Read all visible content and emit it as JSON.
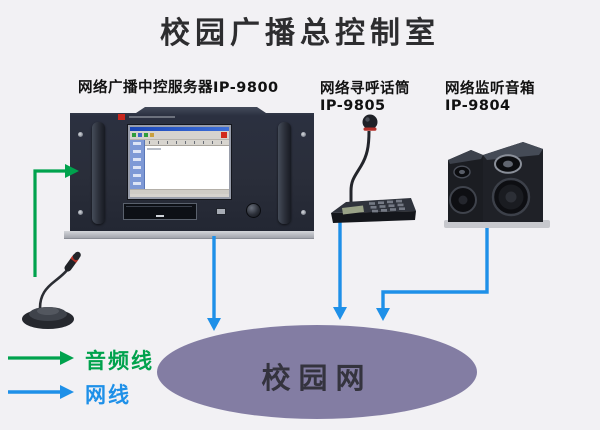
{
  "title": "校园广播总控制室",
  "devices": {
    "server": {
      "label": "网络广播中控服务器IP-9800"
    },
    "paging_mic": {
      "label": "网络寻呼话筒",
      "model": "IP-9805"
    },
    "monitor_speaker": {
      "label": "网络监听音箱",
      "model": "IP-9804"
    }
  },
  "network_cloud": {
    "label": "校园网"
  },
  "legend": [
    {
      "id": "audio-cable",
      "label": "音频线",
      "color": "#00a24d"
    },
    {
      "id": "network-cable",
      "label": "网线",
      "color": "#1e90e8"
    }
  ],
  "colors": {
    "background": "#f2f1f4",
    "title_text": "#2d2d2f",
    "audio_line": "#00a24d",
    "network_line": "#1e90e8",
    "cloud_fill": "#837da3",
    "rack_body": "#2a2e3a"
  }
}
